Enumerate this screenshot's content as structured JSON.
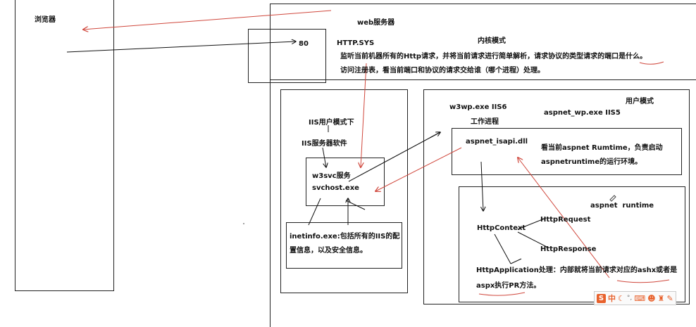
{
  "labels": {
    "browser": "浏览器",
    "web_server": "web服务器",
    "port": "80",
    "http_sys": "HTTP.SYS",
    "kernel_mode": "内核模式",
    "http_sys_desc_line1": "监听当前机器所有的Http请求，并将当前请求进行简单解析，请求协议的类型请求的端口是什么。",
    "http_sys_desc_line2": "访问注册表，看当前端口和协议的请求交给谁（哪个进程）处理。",
    "user_mode": "用户模式",
    "iis_user_mode": "IIS用户模式下",
    "iis_software": "IIS服务器软件",
    "w3svc": "w3svc服务",
    "svchost": "svchost.exe",
    "inetinfo_line1": "inetinfo.exe:包括所有的IIS的配",
    "inetinfo_line2": "置信息，以及安全信息。",
    "w3wp": "w3wp.exe IIS6",
    "worker_process": "工作进程",
    "aspnet_wp": "aspnet_wp.exe IIS5",
    "aspnet_isapi": "aspnet_isapi.dll",
    "isapi_desc_line1": "看当前aspnet Rumtime，负责启动",
    "isapi_desc_line2": "aspnetruntime的运行环境。",
    "aspnet_runtime": "aspnet  runtime",
    "httpcontext": "HttpContext",
    "httprequest": "HttpRequest",
    "httpresponse": "HttpResponse",
    "httpapp_line1": "HttpApplication处理：内部就将当前请求对应的ashx或者是",
    "httpapp_line2": "aspx执行PR方法。"
  },
  "ime_toolbar": {
    "logo": "S",
    "lang": "中",
    "icons": [
      "moon-icon",
      "degree-icon",
      "keyboard-icon",
      "person-icon",
      "shirt-icon",
      "wrench-icon"
    ]
  },
  "colors": {
    "red_arrow": "#d0473c",
    "black_line": "#111111"
  }
}
